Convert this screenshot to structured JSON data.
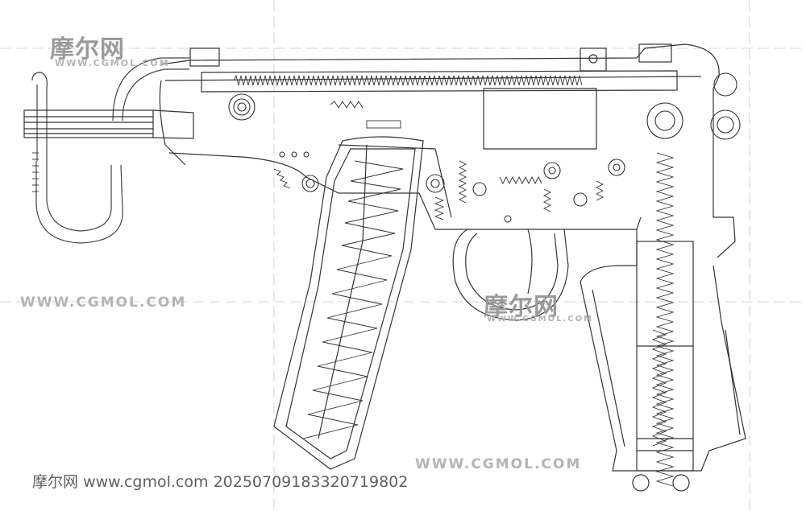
{
  "watermarks": {
    "logo_cn": "摩尔网",
    "logo_url": "WWW.CGMOL.COM",
    "url_left": "WWW.CGMOL.COM",
    "url_bottom": "WWW.CGMOL.COM"
  },
  "footer": {
    "brand": "摩尔网",
    "url": "www.cgmol.com",
    "id": "20250709183320719802"
  },
  "drawing": {
    "subject": "machine-pistol-cutaway-line-drawing",
    "line_color": "#333333",
    "watermark_color": "#9a9a9a"
  }
}
